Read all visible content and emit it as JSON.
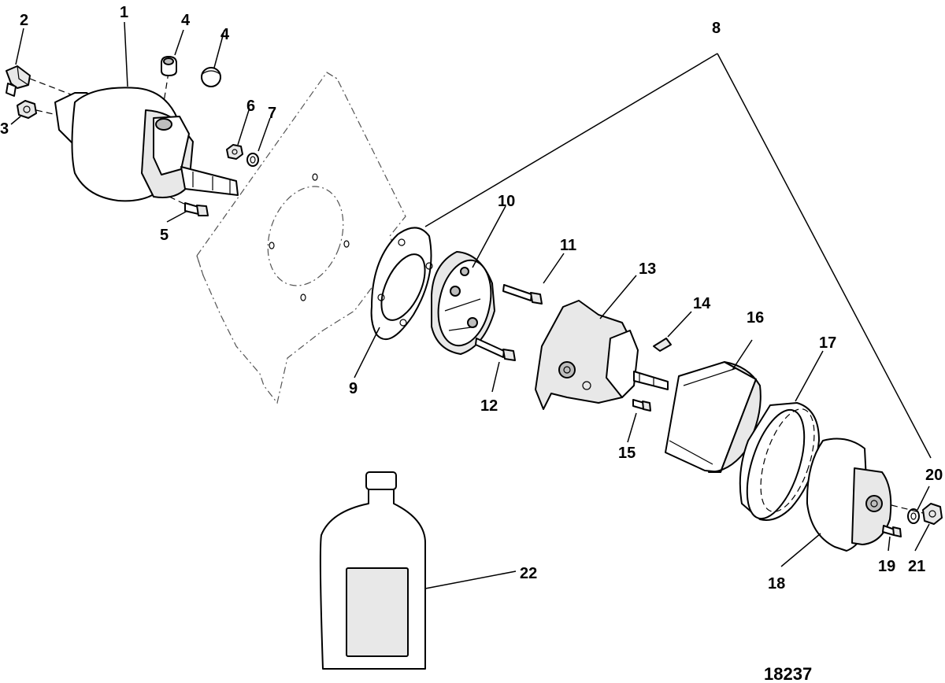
{
  "figure_id": "18237",
  "callouts": [
    {
      "id": "c1",
      "label": "1"
    },
    {
      "id": "c2",
      "label": "2"
    },
    {
      "id": "c3",
      "label": "3"
    },
    {
      "id": "c4a",
      "label": "4"
    },
    {
      "id": "c4b",
      "label": "4"
    },
    {
      "id": "c5",
      "label": "5"
    },
    {
      "id": "c6",
      "label": "6"
    },
    {
      "id": "c7",
      "label": "7"
    },
    {
      "id": "c8",
      "label": "8"
    },
    {
      "id": "c9",
      "label": "9"
    },
    {
      "id": "c10",
      "label": "10"
    },
    {
      "id": "c11",
      "label": "11"
    },
    {
      "id": "c12",
      "label": "12"
    },
    {
      "id": "c13",
      "label": "13"
    },
    {
      "id": "c14",
      "label": "14"
    },
    {
      "id": "c15",
      "label": "15"
    },
    {
      "id": "c16",
      "label": "16"
    },
    {
      "id": "c17",
      "label": "17"
    },
    {
      "id": "c18",
      "label": "18"
    },
    {
      "id": "c19",
      "label": "19"
    },
    {
      "id": "c20",
      "label": "20"
    },
    {
      "id": "c21",
      "label": "21"
    },
    {
      "id": "c22",
      "label": "22"
    }
  ]
}
